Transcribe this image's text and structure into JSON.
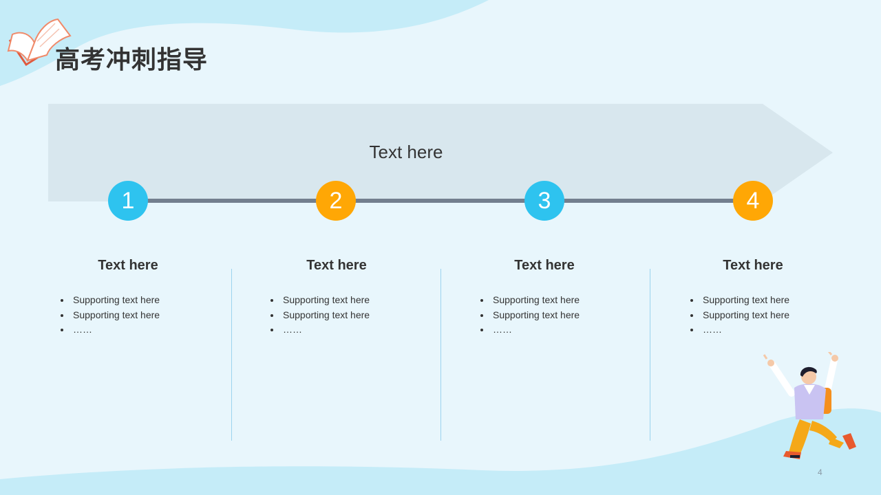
{
  "header": {
    "title": "高考冲刺指导"
  },
  "banner": {
    "text": "Text here"
  },
  "steps": [
    {
      "number": "1",
      "heading": "Text here",
      "bullets": [
        "Supporting text here",
        "Supporting text here",
        "……"
      ]
    },
    {
      "number": "2",
      "heading": "Text here",
      "bullets": [
        "Supporting text here",
        "Supporting text here",
        "……"
      ]
    },
    {
      "number": "3",
      "heading": "Text here",
      "bullets": [
        "Supporting text here",
        "Supporting text here",
        "……"
      ]
    },
    {
      "number": "4",
      "heading": "Text here",
      "bullets": [
        "Supporting text here",
        "Supporting text here",
        "……"
      ]
    }
  ],
  "footer": {
    "page_number": "4"
  },
  "colors": {
    "background": "#E8F6FC",
    "wave": "#C5ECF8",
    "banner": "#D8E7EE",
    "timeline": "#737F8E",
    "accent_blue": "#2EC3EF",
    "accent_orange": "#FFA705",
    "divider": "#9BD3EE"
  },
  "icons": {
    "header_icon": "open-book-icon",
    "illustration": "jumping-student-illustration"
  }
}
